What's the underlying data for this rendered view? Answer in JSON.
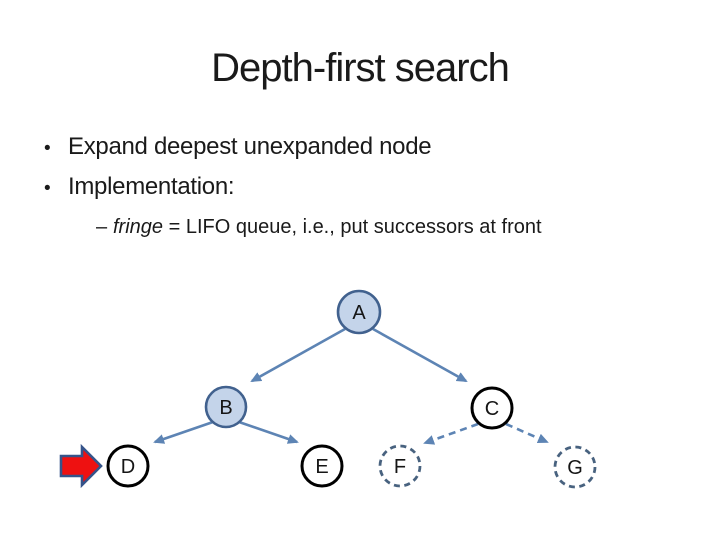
{
  "slide": {
    "title": "Depth-first search",
    "bullet_glyph": "•",
    "bullets": [
      "Expand deepest unexpanded node",
      "Implementation:"
    ],
    "sub_bullet": {
      "dash": "–",
      "term": "fringe",
      "rest": " = LIFO queue, i.e., put successors at front"
    }
  },
  "tree": {
    "description": "search tree, current node marked by red arrow",
    "nodes": [
      {
        "id": "A",
        "label": "A",
        "style": "filled-blue"
      },
      {
        "id": "B",
        "label": "B",
        "style": "filled-blue"
      },
      {
        "id": "C",
        "label": "C",
        "style": "solid-black"
      },
      {
        "id": "D",
        "label": "D",
        "style": "solid-black"
      },
      {
        "id": "E",
        "label": "E",
        "style": "solid-black"
      },
      {
        "id": "F",
        "label": "F",
        "style": "dashed-blue"
      },
      {
        "id": "G",
        "label": "G",
        "style": "dashed-blue"
      }
    ],
    "edges": [
      {
        "from": "A",
        "to": "B",
        "style": "solid"
      },
      {
        "from": "A",
        "to": "C",
        "style": "solid"
      },
      {
        "from": "B",
        "to": "D",
        "style": "solid"
      },
      {
        "from": "B",
        "to": "E",
        "style": "solid"
      },
      {
        "from": "C",
        "to": "F",
        "style": "dashed"
      },
      {
        "from": "C",
        "to": "G",
        "style": "dashed"
      }
    ],
    "current_node": "D"
  },
  "colors": {
    "node_fill": "#c4d4ea",
    "node_fill_stroke": "#41618e",
    "edge_blue": "#5d84b4",
    "dashed_node_stroke": "#48627f",
    "plain_node_stroke": "#000000",
    "arrow_fill": "#ee1111",
    "arrow_stroke": "#35548a",
    "text": "#1a1a1a"
  }
}
